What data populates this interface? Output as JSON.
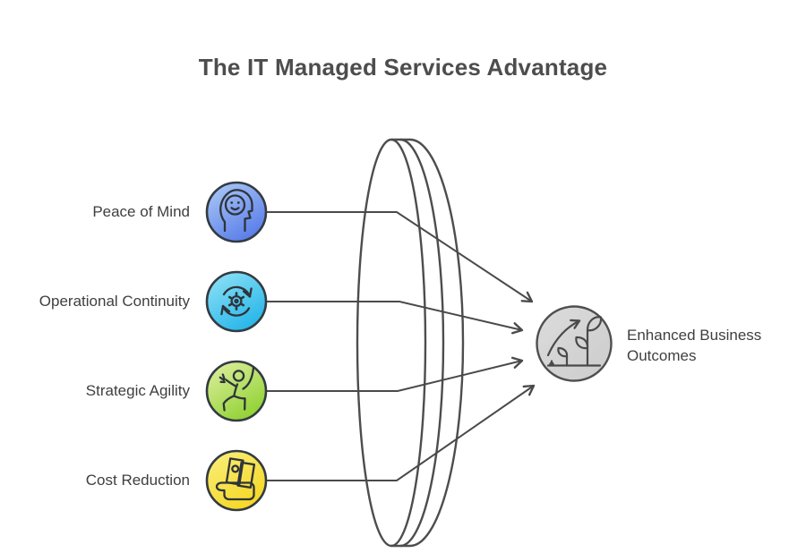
{
  "title": "The IT Managed Services Advantage",
  "inputs": [
    {
      "label": "Peace of Mind",
      "icon": "head-smile-icon",
      "gradient_top": "#a9c6f5",
      "gradient_bottom": "#5378e8"
    },
    {
      "label": "Operational Continuity",
      "icon": "sync-gear-icon",
      "gradient_top": "#8be0f6",
      "gradient_bottom": "#1fb3e8"
    },
    {
      "label": "Strategic Agility",
      "icon": "agile-person-icon",
      "gradient_top": "#dcee9b",
      "gradient_bottom": "#8bd02c"
    },
    {
      "label": "Cost Reduction",
      "icon": "money-hand-icon",
      "gradient_top": "#f9ed77",
      "gradient_bottom": "#f5d61d"
    }
  ],
  "output": {
    "label_line1": "Enhanced Business",
    "label_line2": "Outcomes",
    "icon": "growth-plant-icon",
    "fill_top": "#dcdcdc",
    "fill_bottom": "#cccccc",
    "ring_color": "#4f4f4f"
  },
  "lens": {
    "fill_top": "#f1f1f1",
    "fill_bottom": "#e6e6e6",
    "stroke": "#4d4d4d"
  },
  "line_color": "#4a4a4a",
  "text_color": "#3f3f3f",
  "title_color": "#4d4d4d",
  "background": "#ffffff"
}
